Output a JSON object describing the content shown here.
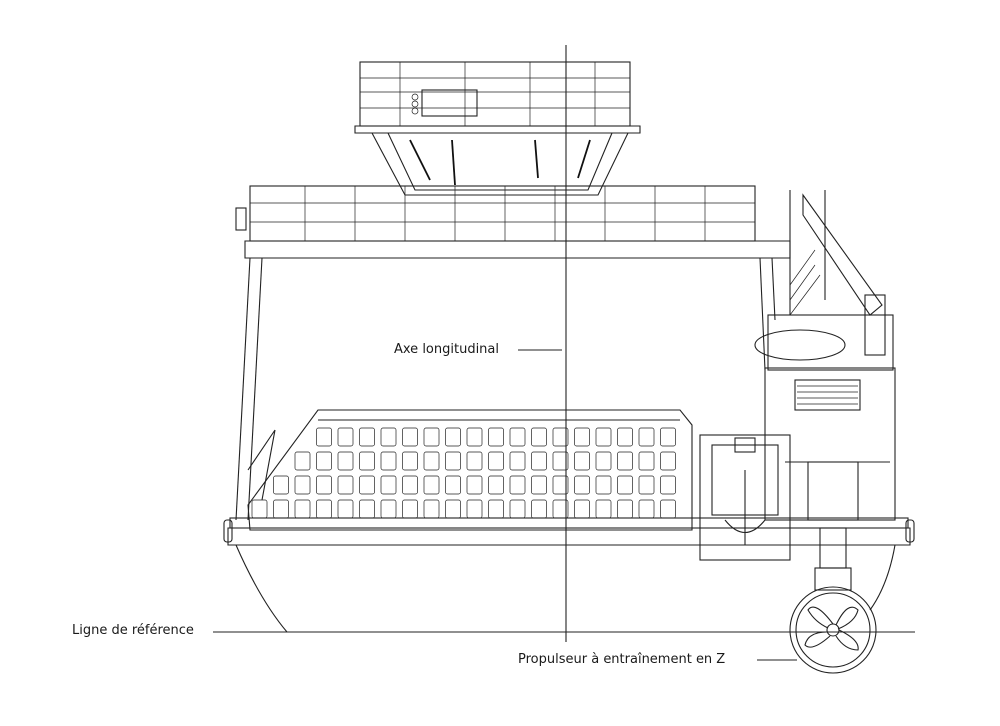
{
  "labels": {
    "longitudinal_axis": "Axe longitudinal",
    "reference_line": "Ligne de référence",
    "z_drive": "Propulseur à entraînement en Z"
  },
  "colors": {
    "stroke": "#222222",
    "background": "#ffffff"
  }
}
